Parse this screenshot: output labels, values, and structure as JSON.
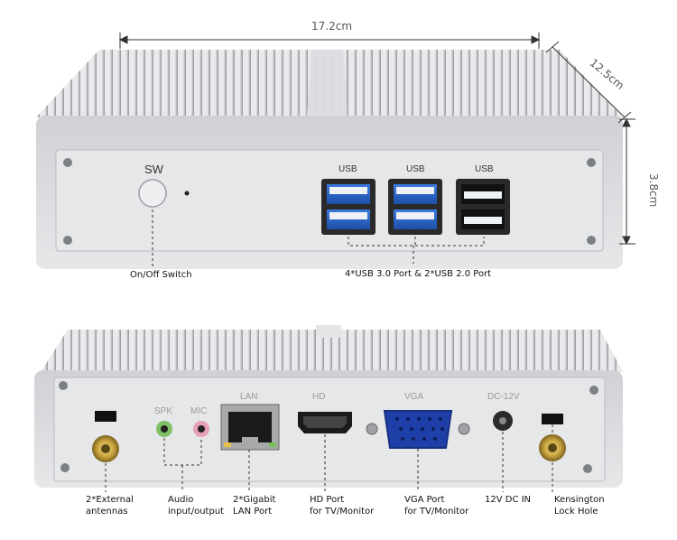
{
  "dimensions": {
    "width": "17.2cm",
    "depth": "12.5cm",
    "height": "3.8cm"
  },
  "front_panel": {
    "sw_label": "SW",
    "usb_labels": [
      "USB",
      "USB",
      "USB"
    ],
    "callout_switch": "On/Off  Switch",
    "callout_usb": "4*USB 3.0 Port & 2*USB 2.0 Port"
  },
  "rear_panel": {
    "port_labels": {
      "spk": "SPK",
      "mic": "MIC",
      "lan": "LAN",
      "hd": "HD",
      "vga": "VGA",
      "dc": "DC-12V"
    },
    "callouts": {
      "antennas": [
        "2*External",
        "antennas"
      ],
      "audio": [
        "Audio",
        "input/output"
      ],
      "lan": [
        "2*Gigabit",
        "LAN Port"
      ],
      "hd": [
        "HD Port",
        "for TV/Monitor"
      ],
      "vga": [
        "VGA Port",
        "for TV/Monitor"
      ],
      "dc": [
        "12V DC IN"
      ],
      "kensington": [
        "Kensington",
        "Lock Hole"
      ]
    }
  },
  "colors": {
    "chassis": "#d9dadc",
    "fin_dark": "#9ea1a5",
    "usb3_blue": "#2f64c8",
    "panel": "#e4e5e7"
  }
}
